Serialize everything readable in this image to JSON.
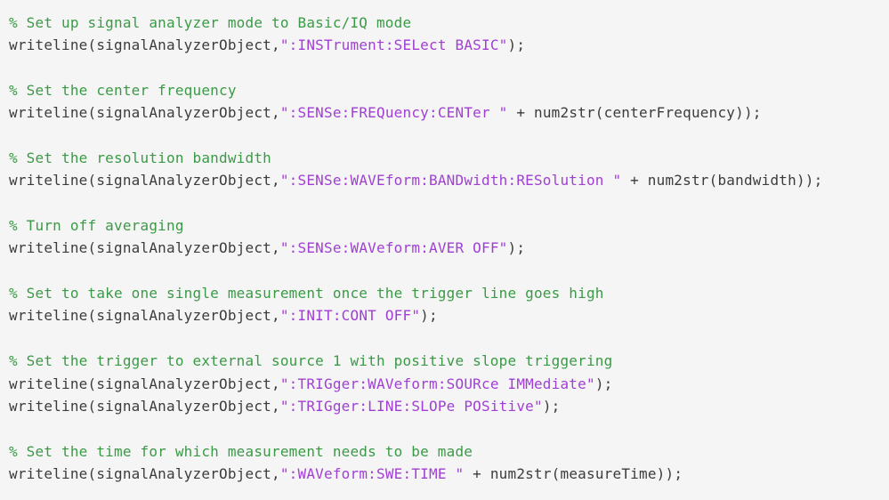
{
  "code_block": {
    "language_style": "matlab-syntax-highlighted-code",
    "syntax_colors": {
      "background": "#f5f5f5",
      "plain": "#3c3c3c",
      "comment": "#3a9a46",
      "string": "#a13fd4"
    },
    "lines": [
      {
        "comment": "% Set up signal analyzer mode to Basic/IQ mode"
      },
      {
        "pre": "writeline(signalAnalyzerObject,",
        "str": "\":INSTrument:SELect BASIC\"",
        "post": ");"
      },
      {},
      {
        "comment": "% Set the center frequency"
      },
      {
        "pre": "writeline(signalAnalyzerObject,",
        "str": "\":SENSe:FREQuency:CENTer \"",
        "post": " + num2str(centerFrequency));"
      },
      {},
      {
        "comment": "% Set the resolution bandwidth"
      },
      {
        "pre": "writeline(signalAnalyzerObject,",
        "str": "\":SENSe:WAVEform:BANDwidth:RESolution \"",
        "post": " + num2str(bandwidth));"
      },
      {},
      {
        "comment": "% Turn off averaging"
      },
      {
        "pre": "writeline(signalAnalyzerObject,",
        "str": "\":SENSe:WAVeform:AVER OFF\"",
        "post": ");"
      },
      {},
      {
        "comment": "% Set to take one single measurement once the trigger line goes high"
      },
      {
        "pre": "writeline(signalAnalyzerObject,",
        "str": "\":INIT:CONT OFF\"",
        "post": ");"
      },
      {},
      {
        "comment": "% Set the trigger to external source 1 with positive slope triggering"
      },
      {
        "pre": "writeline(signalAnalyzerObject,",
        "str": "\":TRIGger:WAVeform:SOURce IMMediate\"",
        "post": ");"
      },
      {
        "pre": "writeline(signalAnalyzerObject,",
        "str": "\":TRIGger:LINE:SLOPe POSitive\"",
        "post": ");"
      },
      {},
      {
        "comment": "% Set the time for which measurement needs to be made"
      },
      {
        "pre": "writeline(signalAnalyzerObject,",
        "str": "\":WAVeform:SWE:TIME \"",
        "post": " + num2str(measureTime));"
      }
    ]
  }
}
